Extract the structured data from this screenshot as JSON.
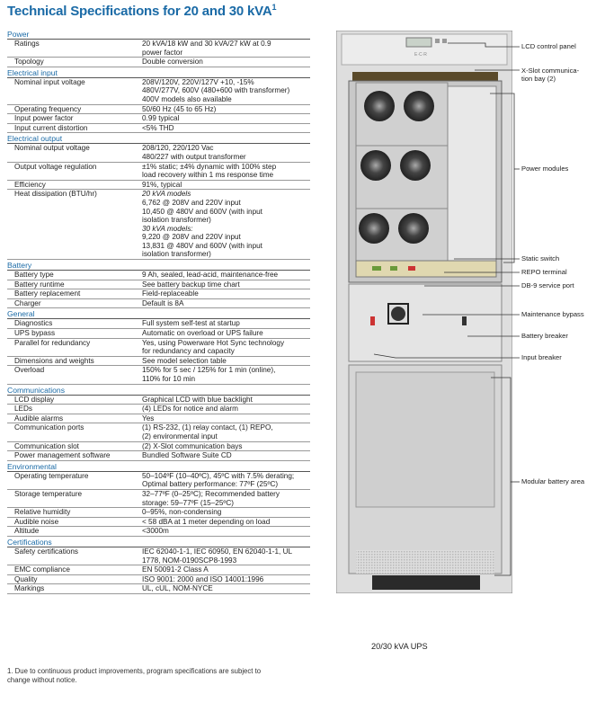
{
  "title": "Technical Specifications for 20 and 30 kVA",
  "title_sup": "1",
  "sections": [
    {
      "name": "Power",
      "rows": [
        {
          "label": "Ratings",
          "value": [
            "20 kVA/18 kW and 30 kVA/27 kW at 0.9",
            "power factor"
          ]
        },
        {
          "label": "Topology",
          "value": [
            "Double conversion"
          ]
        }
      ]
    },
    {
      "name": "Electrical input",
      "rows": [
        {
          "label": "Nominal input voltage",
          "value": [
            "208V/120V, 220V/127V +10, -15%",
            "480V/277V, 600V (480+600 with transformer)",
            "400V models also available"
          ]
        },
        {
          "label": "Operating frequency",
          "value": [
            "50/60 Hz (45 to 65 Hz)"
          ]
        },
        {
          "label": "Input power factor",
          "value": [
            "0.99 typical"
          ]
        },
        {
          "label": "Input current distortion",
          "value": [
            "<5% THD"
          ]
        }
      ]
    },
    {
      "name": "Electrical output",
      "rows": [
        {
          "label": "Nominal output voltage",
          "value": [
            "208/120, 220/120 Vac",
            "480/227 with output transformer"
          ]
        },
        {
          "label": "Output voltage regulation",
          "value": [
            "±1% static; ±4% dynamic with 100% step",
            "load recovery within 1 ms response time"
          ]
        },
        {
          "label": "Efficiency",
          "value": [
            "91%, typical"
          ]
        },
        {
          "label": "Heat dissipation (BTU/hr)",
          "value": [
            "*20 kVA models",
            "6,762 @ 208V and 220V input",
            "10,450 @ 480V and 600V (with input",
            "isolation transformer)",
            "*30 kVA models:",
            "9,220 @ 208V and 220V input",
            "13,831 @ 480V and 600V (with input",
            "isolation transformer)"
          ]
        }
      ]
    },
    {
      "name": "Battery",
      "rows": [
        {
          "label": "Battery type",
          "value": [
            "9 Ah, sealed, lead-acid, maintenance-free"
          ]
        },
        {
          "label": "Battery runtime",
          "value": [
            "See battery backup time chart"
          ]
        },
        {
          "label": "Battery replacement",
          "value": [
            "Field-replaceable"
          ]
        },
        {
          "label": "Charger",
          "value": [
            "Default is 8A"
          ]
        }
      ]
    },
    {
      "name": "General",
      "rows": [
        {
          "label": "Diagnostics",
          "value": [
            "Full system self-test at startup"
          ]
        },
        {
          "label": "UPS bypass",
          "value": [
            "Automatic on overload or UPS failure"
          ]
        },
        {
          "label": "Parallel for redundancy",
          "value": [
            "Yes, using Powerware Hot Sync technology",
            "for redundancy and capacity"
          ]
        },
        {
          "label": "Dimensions and weights",
          "value": [
            "See model selection table"
          ]
        },
        {
          "label": "Overload",
          "value": [
            "150% for 5 sec / 125% for 1 min (online),",
            "110% for 10 min"
          ]
        }
      ]
    },
    {
      "name": "Communications",
      "rows": [
        {
          "label": "LCD display",
          "value": [
            "Graphical LCD with blue backlight"
          ]
        },
        {
          "label": "LEDs",
          "value": [
            "(4) LEDs for notice and alarm"
          ]
        },
        {
          "label": "Audible alarms",
          "value": [
            "Yes"
          ]
        },
        {
          "label": "Communication ports",
          "value": [
            "(1) RS-232, (1) relay contact, (1) REPO,",
            "(2) environmental input"
          ]
        },
        {
          "label": "Communication slot",
          "value": [
            "(2) X-Slot communication bays"
          ]
        },
        {
          "label": "Power management software",
          "value": [
            "Bundled Software Suite CD"
          ]
        }
      ]
    },
    {
      "name": "Environmental",
      "rows": [
        {
          "label": "Operating temperature",
          "value": [
            "50–104ºF (10–40ºC), 45ºC with 7.5% derating;",
            "Optimal battery performance: 77ºF (25ºC)"
          ]
        },
        {
          "label": "Storage temperature",
          "value": [
            "32–77ºF (0–25ºC); Recommended battery",
            "storage: 59–77ºF (15–25ºC)"
          ]
        },
        {
          "label": "Relative humidity",
          "value": [
            "0–95%, non-condensing"
          ]
        },
        {
          "label": "Audible noise",
          "value": [
            "< 58 dBA at 1 meter depending on load"
          ]
        },
        {
          "label": "Altitude",
          "value": [
            "<3000m"
          ]
        }
      ]
    },
    {
      "name": "Certifications",
      "rows": [
        {
          "label": "Safety certifications",
          "value": [
            "IEC 62040-1-1, IEC 60950, EN 62040-1-1, UL",
            "1778, NOM-0190SCP8-1993"
          ]
        },
        {
          "label": "EMC compliance",
          "value": [
            "EN 50091-2 Class A"
          ]
        },
        {
          "label": "Quality",
          "value": [
            "ISO 9001: 2000 and ISO 14001:1996"
          ]
        },
        {
          "label": "Markings",
          "value": [
            "UL, cUL, NOM-NYCE"
          ]
        }
      ]
    }
  ],
  "footnote": [
    "1. Due to continuous product improvements, program specifications are subject to",
    "change without notice."
  ],
  "callouts": {
    "lcd": "LCD control panel",
    "xslot1": "X-Slot communica-",
    "xslot2": "tion bay (2)",
    "power": "Power modules",
    "static": "Static switch",
    "repo": "REPO terminal",
    "db9": "DB-9 service port",
    "bypass": "Maintenance bypass",
    "breaker": "Battery breaker",
    "input": "Input breaker",
    "battery": "Modular battery area"
  },
  "caption": "20/30 kVA UPS"
}
